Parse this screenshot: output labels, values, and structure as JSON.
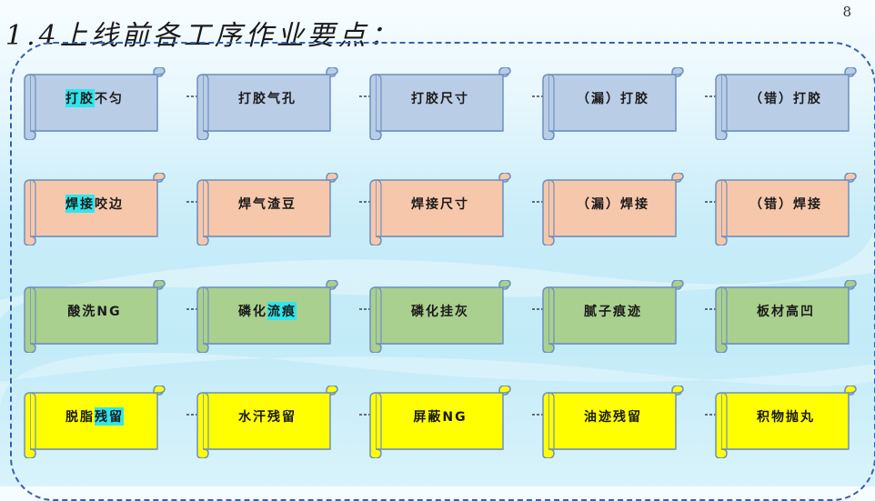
{
  "title": "1.4上线前各工序作业要点：",
  "page_number": "8",
  "colors": {
    "row1": "#b9cde6",
    "row1_edge": "#6d8fbf",
    "row2": "#f7c7ab",
    "row2_edge": "#6d8fbf",
    "row3": "#a9d08e",
    "row3_edge": "#6d8fbf",
    "row4": "#ffff00",
    "row4_edge": "#6d8fbf",
    "highlight": "#2fe6ec"
  },
  "rows": [
    {
      "color_key": "row1",
      "items": [
        {
          "label": "打胶不匀",
          "highlight": "打胶",
          "rest": "不匀"
        },
        {
          "label": "打胶气孔"
        },
        {
          "label": "打胶尺寸"
        },
        {
          "label": "（漏）打胶"
        },
        {
          "label": "（错）打胶"
        }
      ]
    },
    {
      "color_key": "row2",
      "items": [
        {
          "label": "焊接咬边",
          "highlight": "焊接",
          "rest": "咬边"
        },
        {
          "label": "焊气渣豆"
        },
        {
          "label": "焊接尺寸"
        },
        {
          "label": "（漏）焊接"
        },
        {
          "label": "（错）焊接"
        }
      ]
    },
    {
      "color_key": "row3",
      "items": [
        {
          "label": "酸洗NG"
        },
        {
          "label": "磷化流痕",
          "pre": "磷化",
          "highlight": "流痕"
        },
        {
          "label": "磷化挂灰"
        },
        {
          "label": "腻子痕迹"
        },
        {
          "label": "板材高凹"
        }
      ]
    },
    {
      "color_key": "row4",
      "items": [
        {
          "label": "脱脂残留",
          "pre": "脱脂",
          "highlight": "残留"
        },
        {
          "label": "水汗残留"
        },
        {
          "label": "屏蔽NG"
        },
        {
          "label": "油迹残留"
        },
        {
          "label": "积物抛丸"
        }
      ]
    }
  ]
}
